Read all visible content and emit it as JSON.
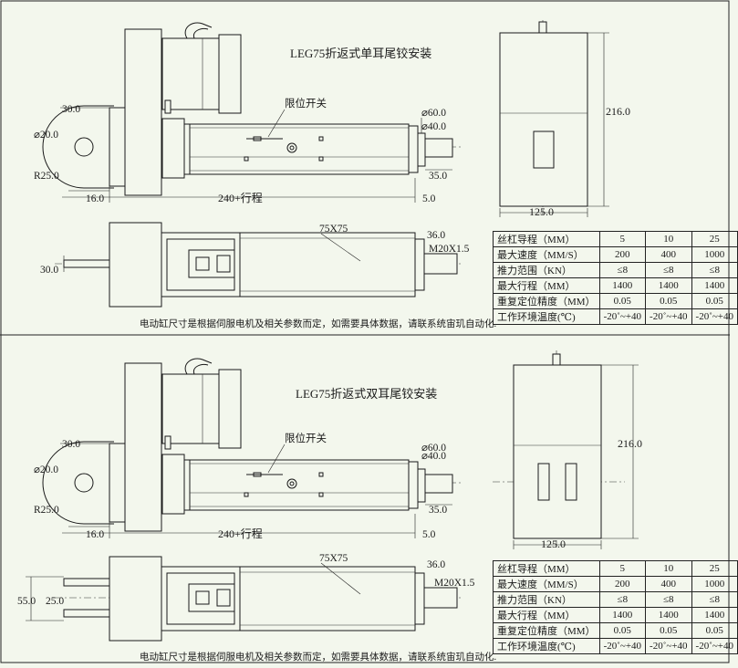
{
  "titles": {
    "top": "LEG75折返式单耳尾铰安装",
    "bottom": "LEG75折返式双耳尾铰安装"
  },
  "dims": {
    "d30": "30.0",
    "d20": "⌀20.0",
    "r25": "R25.0",
    "d16": "16.0",
    "stroke": "240+行程",
    "d5": "5.0",
    "phi60": "⌀60.0",
    "phi40": "⌀40.0",
    "d35": "35.0",
    "limit": "限位开关",
    "d216": "216.0",
    "d125": "125.0",
    "sq": "75X75",
    "d36": "36.0",
    "m20": "M20X1.5",
    "d30b": "30.0",
    "d55": "55.0",
    "d25": "25.0"
  },
  "note": "电动缸尺寸是根据伺服电机及相关参数而定，如需要具体数据，请联系统宙玑自动化.",
  "spec": {
    "rows": [
      {
        "label": "丝杠导程（MM）",
        "values": [
          "5",
          "10",
          "25"
        ]
      },
      {
        "label": "最大速度（MM/S）",
        "values": [
          "200",
          "400",
          "1000"
        ]
      },
      {
        "label": "推力范围（KN）",
        "values": [
          "≤8",
          "≤8",
          "≤8"
        ]
      },
      {
        "label": "最大行程（MM）",
        "values": [
          "1400",
          "1400",
          "1400"
        ]
      },
      {
        "label": "重复定位精度（MM）",
        "values": [
          "0.05",
          "0.05",
          "0.05"
        ]
      },
      {
        "label": "工作环境温度(℃)",
        "values": [
          "-20˚~+40",
          "-20˚~+40",
          "-20˚~+40"
        ]
      }
    ]
  }
}
